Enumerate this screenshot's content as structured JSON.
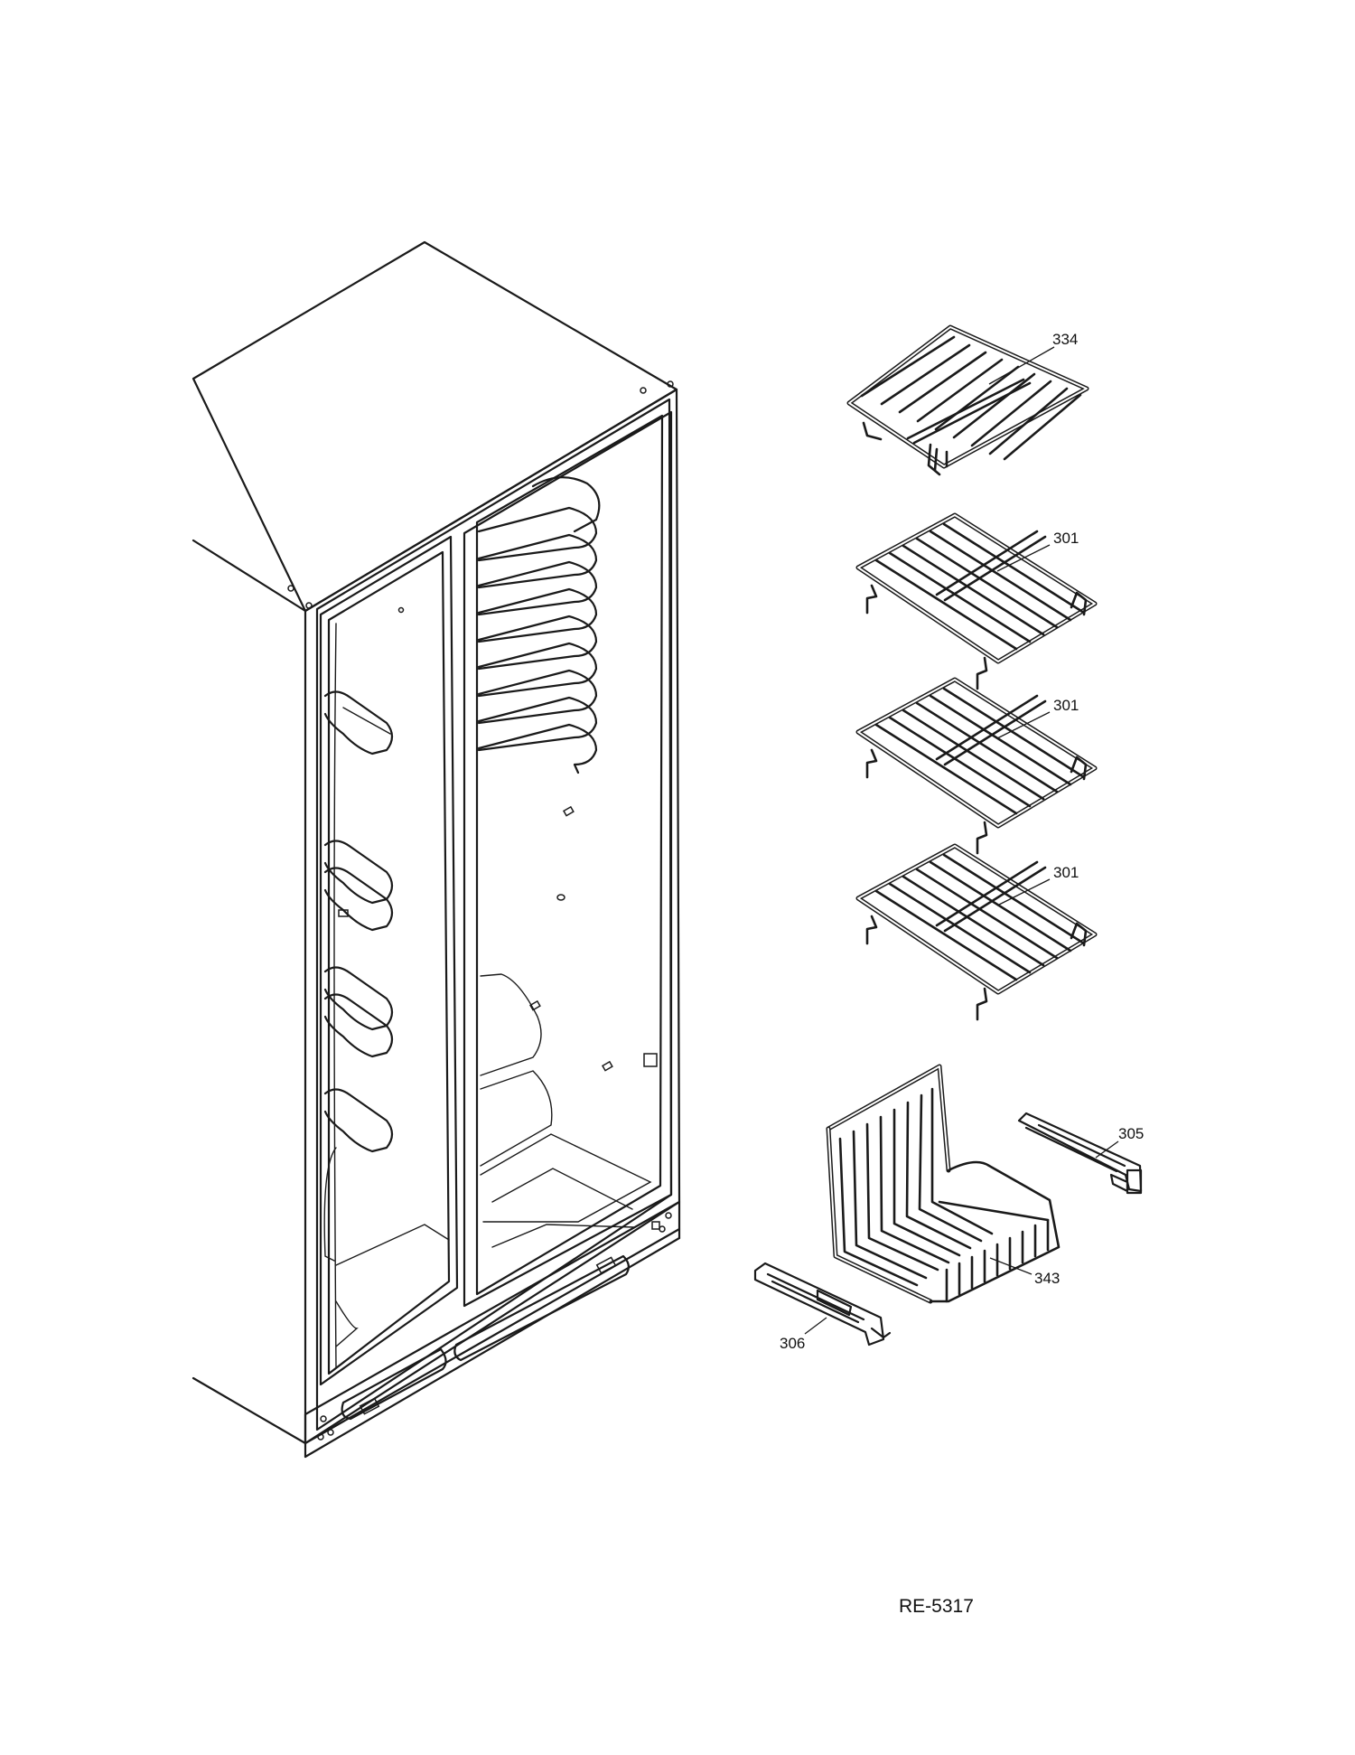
{
  "diagram_ref": "RE-5317",
  "parts": [
    {
      "id": "shelf-top",
      "label": "334"
    },
    {
      "id": "shelf-1",
      "label": "301"
    },
    {
      "id": "shelf-2",
      "label": "301"
    },
    {
      "id": "shelf-3",
      "label": "301"
    },
    {
      "id": "slide-right",
      "label": "305"
    },
    {
      "id": "basket",
      "label": "343"
    },
    {
      "id": "slide-left",
      "label": "306"
    }
  ]
}
